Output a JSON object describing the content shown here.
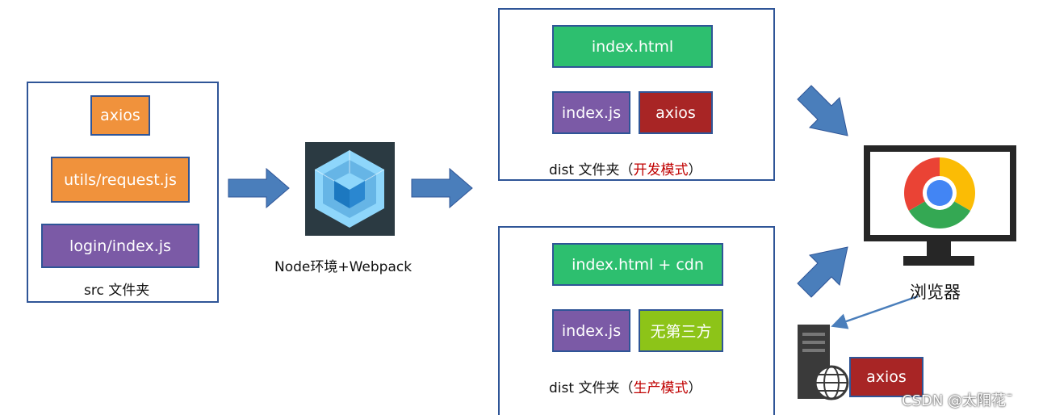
{
  "src": {
    "axios": "axios",
    "request": "utils/request.js",
    "login": "login/index.js",
    "caption": "src 文件夹"
  },
  "webpack": {
    "caption": "Node环境+Webpack"
  },
  "dist_dev": {
    "html": "index.html",
    "js": "index.js",
    "axios": "axios",
    "caption_prefix": "dist 文件夹（",
    "caption_mode": "开发模式",
    "caption_suffix": "）"
  },
  "dist_prod": {
    "html": "index.html + cdn",
    "js": "index.js",
    "third_party": "无第三方",
    "caption_prefix": "dist 文件夹（",
    "caption_mode": "生产模式",
    "caption_suffix": "）"
  },
  "browser": {
    "caption": "浏览器",
    "icon": "chrome-icon"
  },
  "cdn_server": {
    "axios": "axios",
    "icon": "server-globe-icon"
  },
  "watermark": "CSDN @太阳花ˉ",
  "colors": {
    "frame": "#2f5597",
    "arrow": "#4a7ebb",
    "orange": "#f0923c",
    "purple": "#7b5aa6",
    "green": "#2dbf6f",
    "red": "#a82525",
    "lime": "#8dc418",
    "mode_text": "#c00000"
  }
}
